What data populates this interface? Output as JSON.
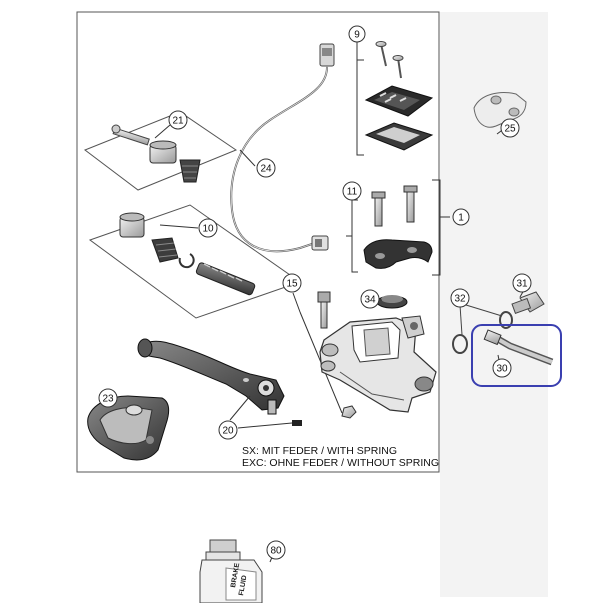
{
  "diagram": {
    "notes": {
      "sx": "SX: MIT FEDER / WITH SPRING",
      "exc": "EXC: OHNE FEDER / WITHOUT SPRING"
    },
    "callouts": {
      "c1": "1",
      "c9": "9",
      "c10": "10",
      "c11": "11",
      "c15": "15",
      "c20": "20",
      "c21": "21",
      "c23": "23",
      "c24": "24",
      "c25": "25",
      "c30": "30",
      "c31": "31",
      "c32": "32",
      "c34": "34",
      "c80": "80"
    },
    "bottle_label": {
      "line1": "BRAKE",
      "line2": "FLUID"
    },
    "highlight_color": "#3a3fb0"
  }
}
